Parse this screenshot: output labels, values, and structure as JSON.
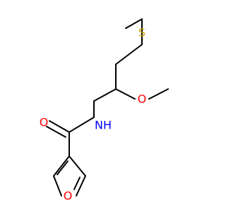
{
  "molecule": {
    "colors": {
      "bond": "#000000",
      "oxygen": "#ff0000",
      "nitrogen": "#0000ff",
      "sulfur": "#ccaa00"
    },
    "labels": {
      "sulfur": "S",
      "methoxy_oxygen": "O",
      "amide_nitrogen": "N",
      "amide_hydrogen": "H",
      "carbonyl_oxygen": "O",
      "furan_oxygen": "O"
    }
  }
}
